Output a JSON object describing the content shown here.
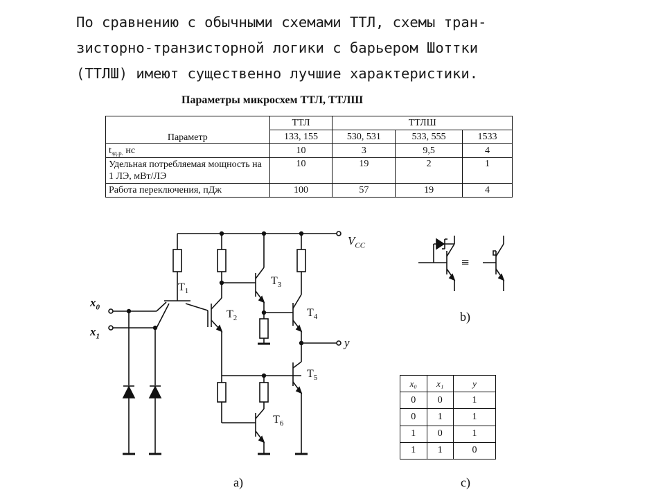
{
  "intro": [
    "По сравнению с обычными схемами ТТЛ, схемы тран-",
    "зисторно-транзисторной логики с барьером Шоттки",
    "(ТТЛШ) имеют существенно лучшие характеристики."
  ],
  "table_title": "Параметры микросхем ТТЛ, ТТЛШ",
  "params_table": {
    "param_header": "Параметр",
    "group_ttl": "ТТЛ",
    "group_ttlsh": "ТТЛШ",
    "series": [
      "133, 155",
      "530, 531",
      "533, 555",
      "1533"
    ],
    "row1_label_main": "t",
    "row1_label_sub": "зд.р.",
    "row1_label_unit": " нс",
    "row1_values": [
      "10",
      "3",
      "9,5",
      "4"
    ],
    "row2_label": "Удельная потребляемая мощность на 1 ЛЭ, мВт/ЛЭ",
    "row2_values": [
      "10",
      "19",
      "2",
      "1"
    ],
    "row3_label": "Работа переключения,  пДж",
    "row3_values": [
      "100",
      "57",
      "19",
      "4"
    ]
  },
  "circuit": {
    "vcc_main": "V",
    "vcc_sub": "CC",
    "x0_main": "x",
    "x0_sub": "0",
    "x1_main": "x",
    "x1_sub": "1",
    "y_label": "y",
    "t1_main": "T",
    "t1_sub": "1",
    "t2_main": "T",
    "t2_sub": "2",
    "t3_main": "T",
    "t3_sub": "3",
    "t4_main": "T",
    "t4_sub": "4",
    "t5_main": "T",
    "t5_sub": "5",
    "t6_main": "T",
    "t6_sub": "6"
  },
  "truth_table": {
    "headers": [
      "x₀",
      "x₁",
      "y"
    ],
    "rows": [
      [
        "0",
        "0",
        "1"
      ],
      [
        "0",
        "1",
        "1"
      ],
      [
        "1",
        "0",
        "1"
      ],
      [
        "1",
        "1",
        "0"
      ]
    ]
  },
  "labels": {
    "a": "a)",
    "b": "b)",
    "c": "c)",
    "equiv": "≡"
  }
}
